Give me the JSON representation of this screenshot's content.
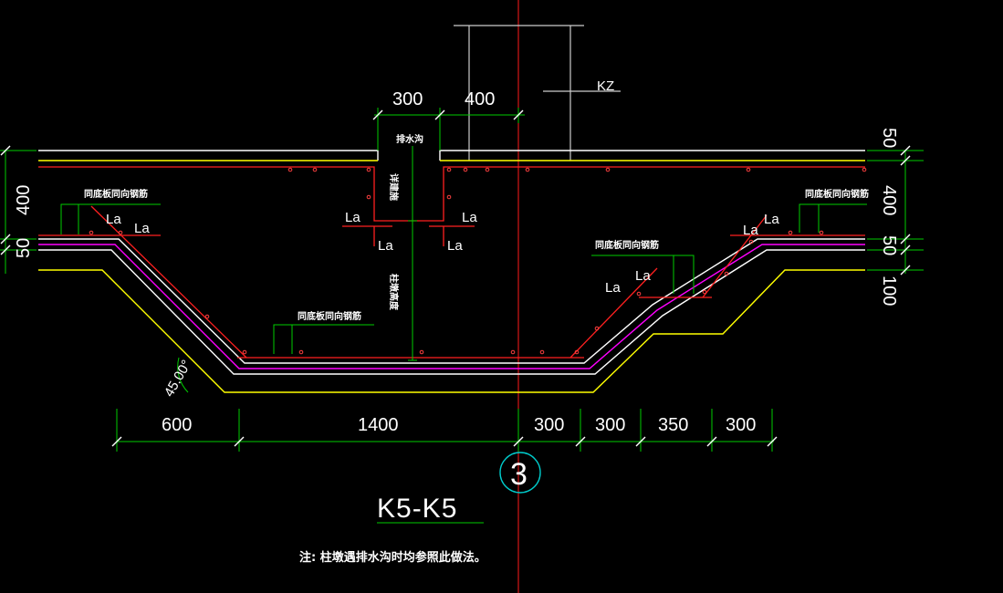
{
  "drawing": {
    "title": "K5-K5",
    "note": "注: 柱墩遇排水沟时均参照此做法。",
    "section_bubble": "3",
    "column_label": "KZ",
    "drain_label": "排水沟",
    "anchor_label": "La",
    "annotations": {
      "rebar_left": "同底板同向钢筋",
      "rebar_bottom": "同底板同向钢筋",
      "rebar_right_mid": "同底板同向钢筋",
      "rebar_right_top": "同底板同向钢筋",
      "drain_vertical": "详建施",
      "depth_vertical": "柱墩高度"
    },
    "dimensions": {
      "top": [
        "300",
        "400"
      ],
      "bottom": [
        "600",
        "1400",
        "300",
        "300",
        "350",
        "300"
      ],
      "left": [
        "400",
        "50"
      ],
      "right": [
        "50",
        "400",
        "50",
        "100"
      ]
    },
    "angle": "45.00°"
  },
  "colors": {
    "background": "#000000",
    "dim_line": "#00cc00",
    "rebar": "#ff2020",
    "concrete_top": "#ffffff",
    "cushion": "#ffff00",
    "waterproof": "#ff00ff",
    "column": "#cccccc",
    "axis": "#ff0000",
    "bubble": "#00cccc"
  }
}
